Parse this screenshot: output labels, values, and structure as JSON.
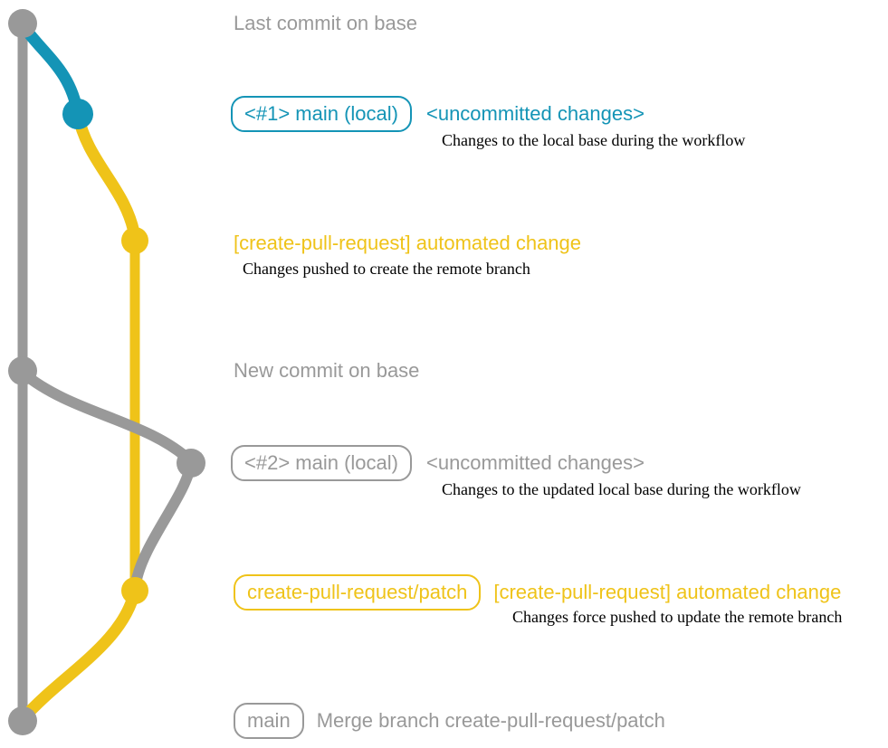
{
  "colors": {
    "gray": "#999999",
    "blue": "#1494b6",
    "yellow": "#efc319"
  },
  "graph": {
    "commits": [
      "last-commit-on-base",
      "uncommitted-changes-1",
      "automated-change-1",
      "new-commit-on-base",
      "uncommitted-changes-2",
      "automated-change-2",
      "merge-commit"
    ]
  },
  "rows": {
    "last_commit": {
      "label": "Last commit on base"
    },
    "row1": {
      "badge": "<#1> main (local)",
      "title": "<uncommitted changes>",
      "desc": "Changes to the local base during the workflow"
    },
    "row2": {
      "title": "[create-pull-request] automated change",
      "desc": "Changes pushed to create the remote branch"
    },
    "new_commit": {
      "label": "New commit on base"
    },
    "row4": {
      "badge": "<#2> main (local)",
      "title": "<uncommitted changes>",
      "desc": "Changes to the updated local base during the workflow"
    },
    "row5": {
      "badge": "create-pull-request/patch",
      "title": "[create-pull-request] automated change",
      "desc": "Changes force pushed to update the remote branch"
    },
    "row6": {
      "badge": "main",
      "title": "Merge branch create-pull-request/patch"
    }
  }
}
